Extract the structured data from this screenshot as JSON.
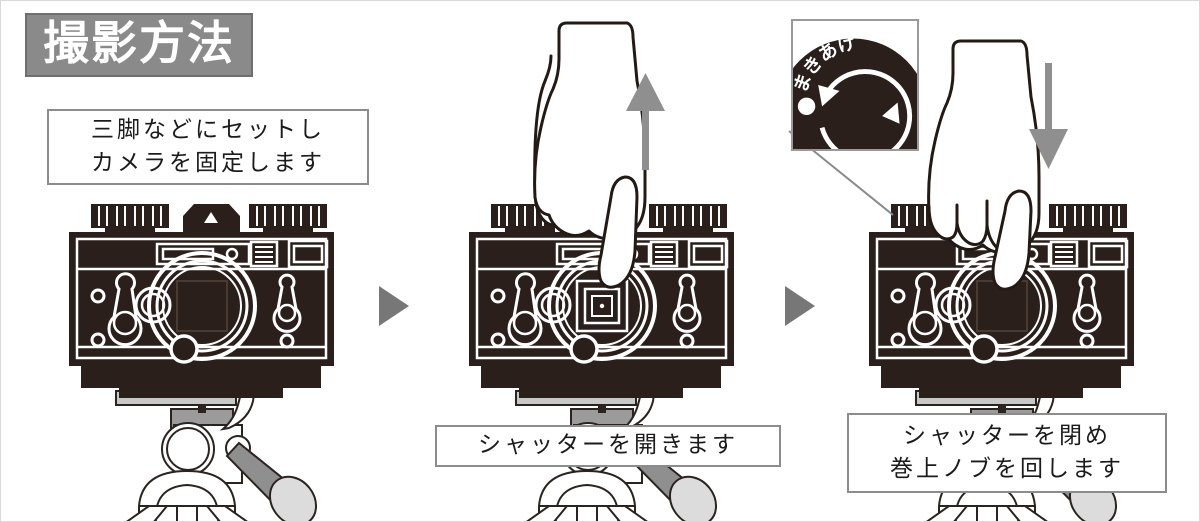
{
  "title": {
    "text": "撮影方法"
  },
  "colors": {
    "title_bg": "#8a8a8a",
    "title_border": "#6f6f6f",
    "title_text": "#ffffff",
    "camera_body": "#2b1f1c",
    "camera_outline": "#ffffff",
    "arrow_gray": "#8f8f8f",
    "step_arrow_gray": "#777777",
    "caption_border": "#8c8c8c",
    "caption_text": "#1b1b1b",
    "tripod_line": "#2b2320",
    "tripod_fill": "#ffffff",
    "handle_gray": "#8f8f8f",
    "handle_tip": "#dcdcdc",
    "plate_gray": "#b3b3b3",
    "background": "#ffffff"
  },
  "steps": [
    {
      "index": 1,
      "caption_lines": [
        "三脚などにセットし",
        "カメラを固定します"
      ],
      "shutter_state": "closed",
      "hand": false,
      "direction_arrow": null
    },
    {
      "index": 2,
      "caption_lines": [
        "シャッターを開きます"
      ],
      "shutter_state": "open",
      "hand": true,
      "direction_arrow": "up"
    },
    {
      "index": 3,
      "caption_lines": [
        "シャッターを閉め",
        "巻上ノブを回します"
      ],
      "shutter_state": "closed",
      "hand": true,
      "direction_arrow": "down"
    }
  ],
  "inset": {
    "label": "まきあげ",
    "label_chars": [
      "ま",
      "き",
      "あ",
      "げ"
    ],
    "rotation": "counter-clockwise",
    "knob_color": "#2b1f1c",
    "marker_dot_color": "#ffffff"
  },
  "step_arrow_icon": "triangle-right",
  "icons": {
    "viewfinder_triangle": "triangle-up",
    "winder_knob": "knurled-knob",
    "lens": "lens-rings",
    "tripod": "tripod-stand",
    "hand": "hand-pointing"
  }
}
